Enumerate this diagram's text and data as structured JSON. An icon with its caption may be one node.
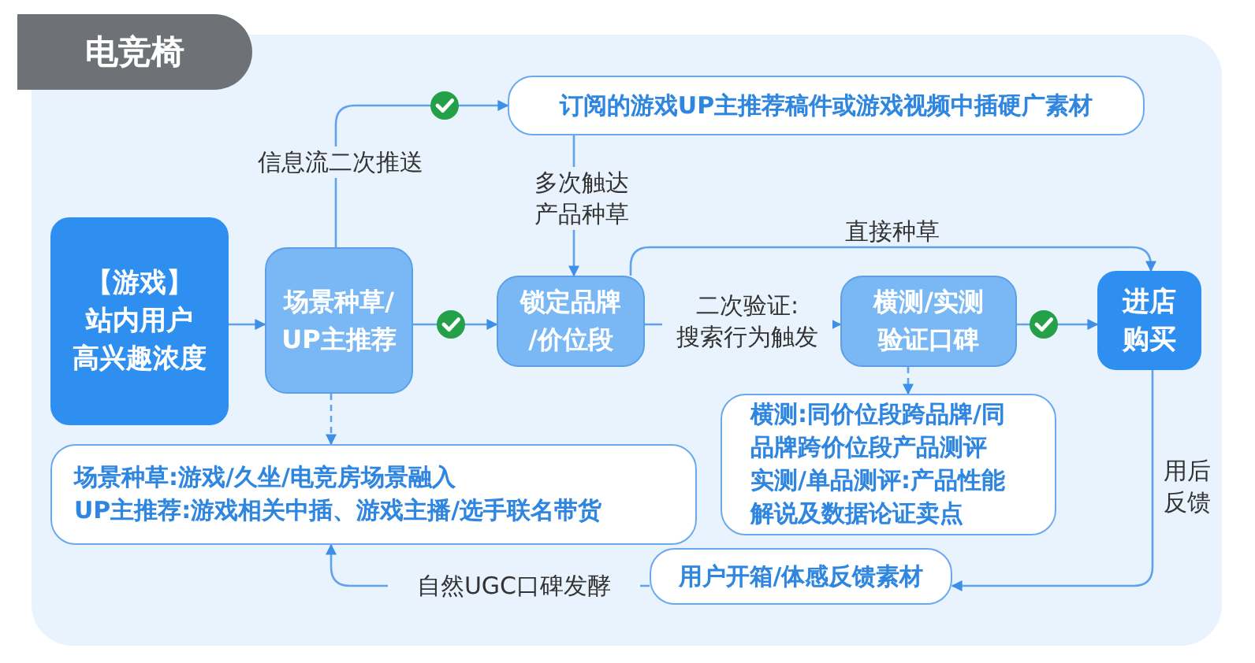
{
  "diagram": {
    "title": "电竞椅",
    "nodes": [
      {
        "text": [
          "【游戏】站内用户高兴趣浓度"
        ]
      },
      {
        "text": [
          "场景种草/UP主推荐"
        ]
      },
      {
        "text": [
          "订阅的游戏UP主推荐稿件或游戏视频中插硬广素材"
        ]
      },
      {
        "text": [
          "锁定品牌/价位段"
        ]
      },
      {
        "text": [
          "横测/实测验证口碑"
        ]
      },
      {
        "text": [
          "进店购买"
        ]
      },
      {
        "text": [
          "场景种草:游戏/久坐/电竞房场景融入",
          "UP主推荐:游戏相关中插、游戏主播/选手联名带货"
        ]
      },
      {
        "text": [
          "横测:同价位段跨品牌/同品牌跨价位段产品测评",
          "实测/单品测评:产品性能解说及数据论证卖点"
        ]
      },
      {
        "text": [
          "用户开箱/体感反馈素材"
        ]
      }
    ],
    "edges": [
      {
        "from": 0,
        "to": 1,
        "arrow": "to"
      },
      {
        "from": 1,
        "to": 2,
        "arrow": "to",
        "label": "信息流二次推送"
      },
      {
        "from": 2,
        "to": 3,
        "arrow": "to",
        "label": "多次触达产品种草"
      },
      {
        "from": 1,
        "to": 3,
        "arrow": "to"
      },
      {
        "from": 3,
        "to": 4,
        "arrow": "to",
        "label": "二次验证:搜索行为触发"
      },
      {
        "from": 4,
        "to": 5,
        "arrow": "to"
      },
      {
        "from": 3,
        "to": 5,
        "arrow": "to",
        "label": "直接种草"
      },
      {
        "from": 1,
        "to": 6,
        "arrow": "to",
        "style": "dashed"
      },
      {
        "from": 4,
        "to": 7,
        "arrow": "to",
        "style": "dashed"
      },
      {
        "from": 5,
        "to": 8,
        "arrow": "to",
        "label": "用后反馈"
      },
      {
        "from": 8,
        "to": 6,
        "arrow": "to",
        "label": "自然UGC口碑发酵"
      }
    ]
  }
}
